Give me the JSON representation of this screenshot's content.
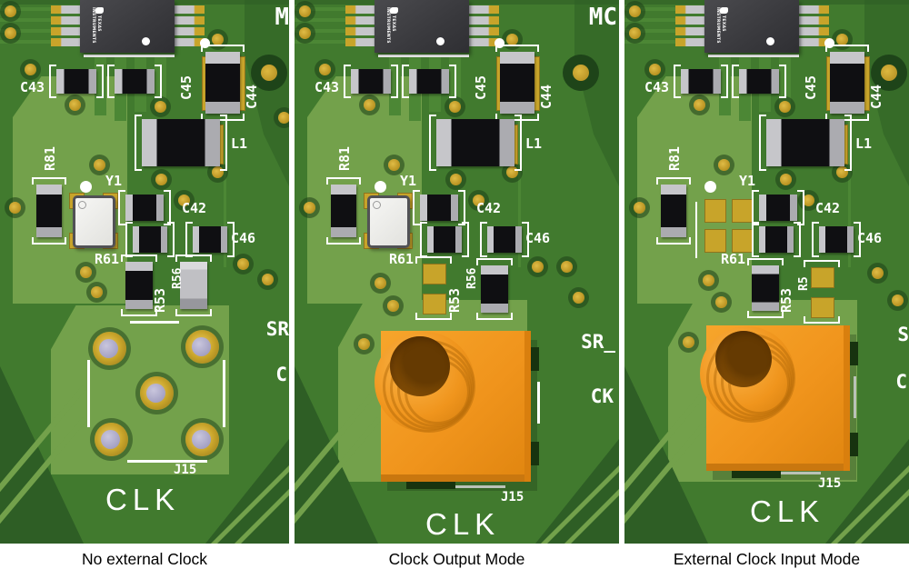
{
  "figure": {
    "type": "pcb-3d-render-comparison",
    "board_area": "CLK clock input/output section of an evaluation board"
  },
  "chip": {
    "brand_text": "TEXAS INSTRUMENTS"
  },
  "colors": {
    "pcb_base": "#417A2E",
    "pcb_light_pour": "#73A14B",
    "pcb_dark_pour": "#2E5E25",
    "silkscreen": "#FFFFFF",
    "pad_gold": "#C8A42A",
    "hole_plating": "#ACA9C6",
    "connector_orange": "#F0941C",
    "component_body_black": "#0F0F12",
    "component_terminal_gray": "#C6C6CA",
    "caption_text": "#000000"
  },
  "panels": [
    {
      "caption": "No external Clock",
      "refdes": {
        "c43": "C43",
        "c45": "C45",
        "c44": "C44",
        "l1": "L1",
        "r81": "R81",
        "y1": "Y1",
        "c42": "C42",
        "c46": "C46",
        "r61": "R61",
        "r53": "R53",
        "r56": "R56",
        "j15": "J15"
      },
      "board_text": {
        "clk": "CLK"
      },
      "edge_text": {
        "top_right": "M",
        "right_upper": "SR",
        "right_lower": "C"
      },
      "state": {
        "sma_connector_installed": false,
        "crystal_y1_installed": true,
        "r53_installed": true,
        "r56_installed": true,
        "j15_footprint_pads_visible": true
      }
    },
    {
      "caption": "Clock Output Mode",
      "refdes": {
        "c43": "C43",
        "c45": "C45",
        "c44": "C44",
        "l1": "L1",
        "r81": "R81",
        "y1": "Y1",
        "c42": "C42",
        "c46": "C46",
        "r61": "R61",
        "r53": "R53",
        "r56": "R56",
        "j15": "J15"
      },
      "board_text": {
        "clk": "CLK"
      },
      "edge_text": {
        "top_right": "MC",
        "right_upper": "SR_",
        "right_lower": "CK"
      },
      "state": {
        "sma_connector_installed": true,
        "crystal_y1_installed": true,
        "r53_installed": false,
        "r56_installed": true,
        "j15_footprint_pads_visible": false
      }
    },
    {
      "caption": "External Clock Input Mode",
      "refdes": {
        "c43": "C43",
        "c45": "C45",
        "c44": "C44",
        "l1": "L1",
        "r81": "R81",
        "y1": "Y1",
        "c42": "C42",
        "c46": "C46",
        "r61": "R61",
        "r53": "R53",
        "r56": "R5",
        "j15": "J15"
      },
      "board_text": {
        "clk": "CLK"
      },
      "edge_text": {
        "right_upper": "S",
        "right_lower": "C"
      },
      "state": {
        "sma_connector_installed": true,
        "crystal_y1_installed": false,
        "r53_installed": true,
        "r56_installed": false,
        "j15_footprint_pads_visible": false
      }
    }
  ]
}
